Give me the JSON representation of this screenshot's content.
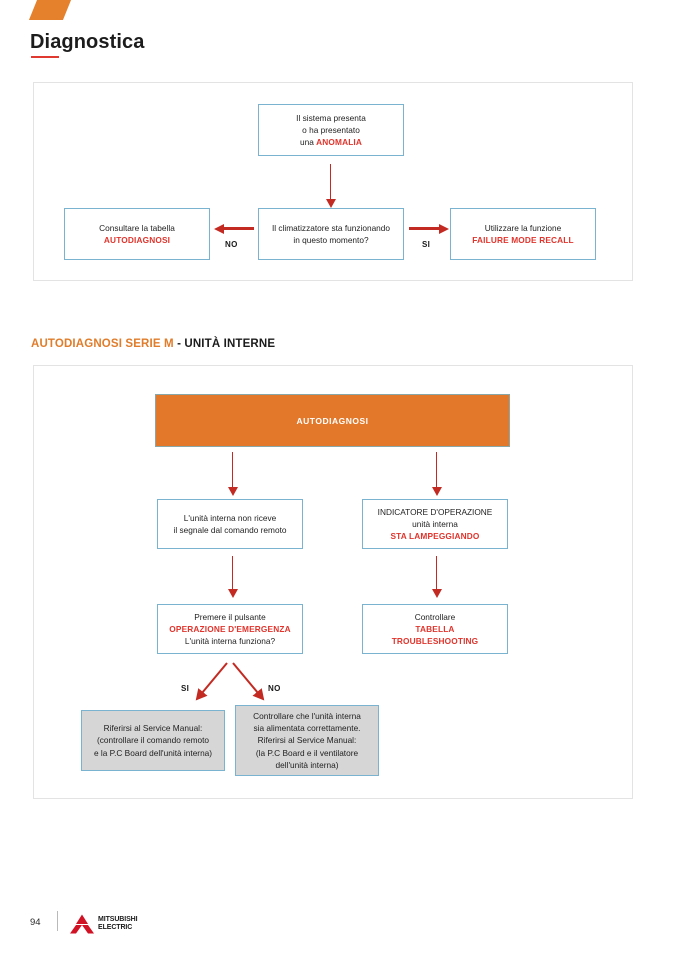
{
  "header": {
    "title": "Diagnostica",
    "mark_color": "#e5802c",
    "underline_color": "#e03a30"
  },
  "section": {
    "heading_highlight": "AUTODIAGNOSI SERIE M",
    "heading_rest": " - UNITÀ INTERNE",
    "highlight_color": "#e07c2a"
  },
  "flow_top": {
    "start_box": {
      "line1": "Il sistema presenta",
      "line2": "o ha presentato",
      "line3_prefix": "una ",
      "line3_emphasis": "ANOMALIA"
    },
    "decision_box": {
      "line1": "Il climatizzatore sta funzionando",
      "line2": "in questo momento?"
    },
    "left_box": {
      "line1": "Consultare la tabella",
      "line2_emphasis": "AUTODIAGNOSI"
    },
    "right_box": {
      "line1": "Utilizzare la funzione",
      "line2_emphasis": "FAILURE MODE RECALL"
    },
    "label_no": "NO",
    "label_si": "SI"
  },
  "flow_bottom": {
    "banner": "AUTODIAGNOSI",
    "left_box_1": {
      "line1": "L'unità interna non riceve",
      "line2": "il segnale dal comando remoto"
    },
    "right_box_1": {
      "line1": "INDICATORE D'OPERAZIONE",
      "line2": "unità interna",
      "line3_emphasis": "STA LAMPEGGIANDO"
    },
    "left_box_2": {
      "line1": "Premere il pulsante",
      "line2_emphasis": "OPERAZIONE D'EMERGENZA",
      "line3": "L'unità interna funziona?"
    },
    "right_box_2": {
      "line1": "Controllare",
      "line2_emphasis": "TABELLA",
      "line3_emphasis": "TROUBLESHOOTING"
    },
    "label_si": "SI",
    "label_no": "NO",
    "result_box_si": {
      "line1": "Riferirsi al Service Manual:",
      "line2": "(controllare il comando remoto",
      "line3": "e la P.C Board dell'unità interna)"
    },
    "result_box_no": {
      "line1": "Controllare che l'unità interna",
      "line2": "sia alimentata correttamente.",
      "line3": "Riferirsi al Service Manual:",
      "line4": "(la P.C Board e il ventilatore",
      "line5": "dell'unità interna)"
    }
  },
  "footer": {
    "page_number": "94",
    "brand_line1": "MITSUBISHI",
    "brand_line2": "ELECTRIC",
    "brand_color": "#d01224"
  }
}
